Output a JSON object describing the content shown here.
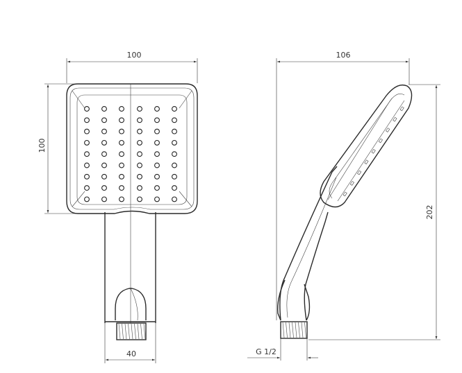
{
  "front_view": {
    "width_label": "100",
    "height_label": "100",
    "connector_label": "40"
  },
  "side_view": {
    "depth_label": "106",
    "height_label": "202",
    "thread_label": "G 1/2"
  }
}
